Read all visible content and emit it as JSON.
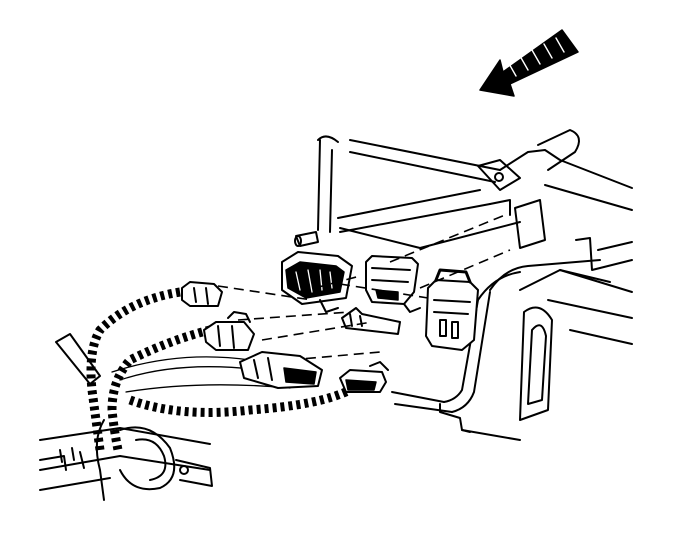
{
  "diagram": {
    "type": "line-art",
    "palette": {
      "ink": "#000000",
      "paper": "#ffffff"
    },
    "parts": [
      "direction-arrow",
      "instrument-panel-frame",
      "wiring-harness-conduit",
      "harness-connector-upper",
      "harness-connector-middle",
      "harness-connector-lower",
      "harness-connector-small",
      "module-connector-left",
      "module-connector-center",
      "module-connector-right",
      "mounting-bracket",
      "retaining-clip",
      "steering-column"
    ]
  }
}
